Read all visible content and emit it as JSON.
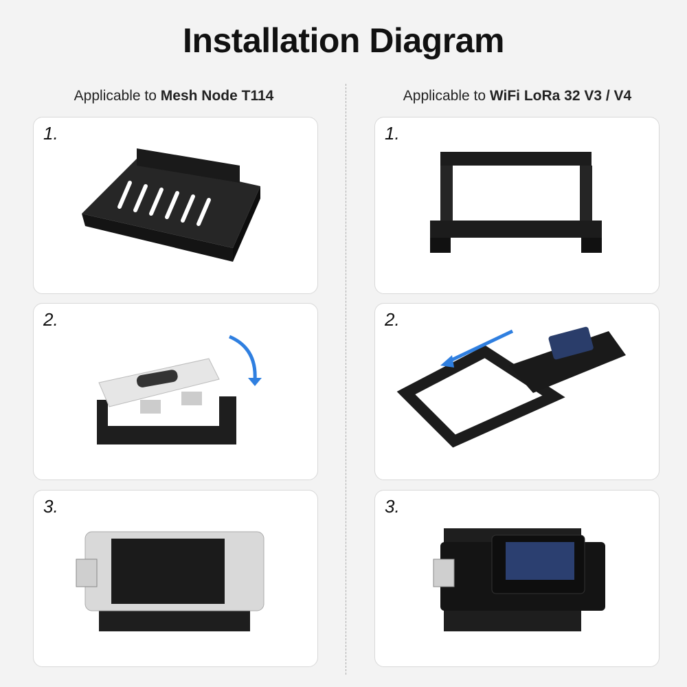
{
  "title": "Installation Diagram",
  "columns": [
    {
      "prefix": "Applicable to ",
      "device": "Mesh Node T114",
      "steps": [
        "1.",
        "2.",
        "3."
      ]
    },
    {
      "prefix": "Applicable to ",
      "device": "WiFi LoRa 32 V3 / V4",
      "steps": [
        "1.",
        "2.",
        "3."
      ]
    }
  ],
  "colors": {
    "background": "#f3f3f3",
    "panel": "#ffffff",
    "arrow": "#2f7fe0",
    "case": "#1c1c1c"
  }
}
